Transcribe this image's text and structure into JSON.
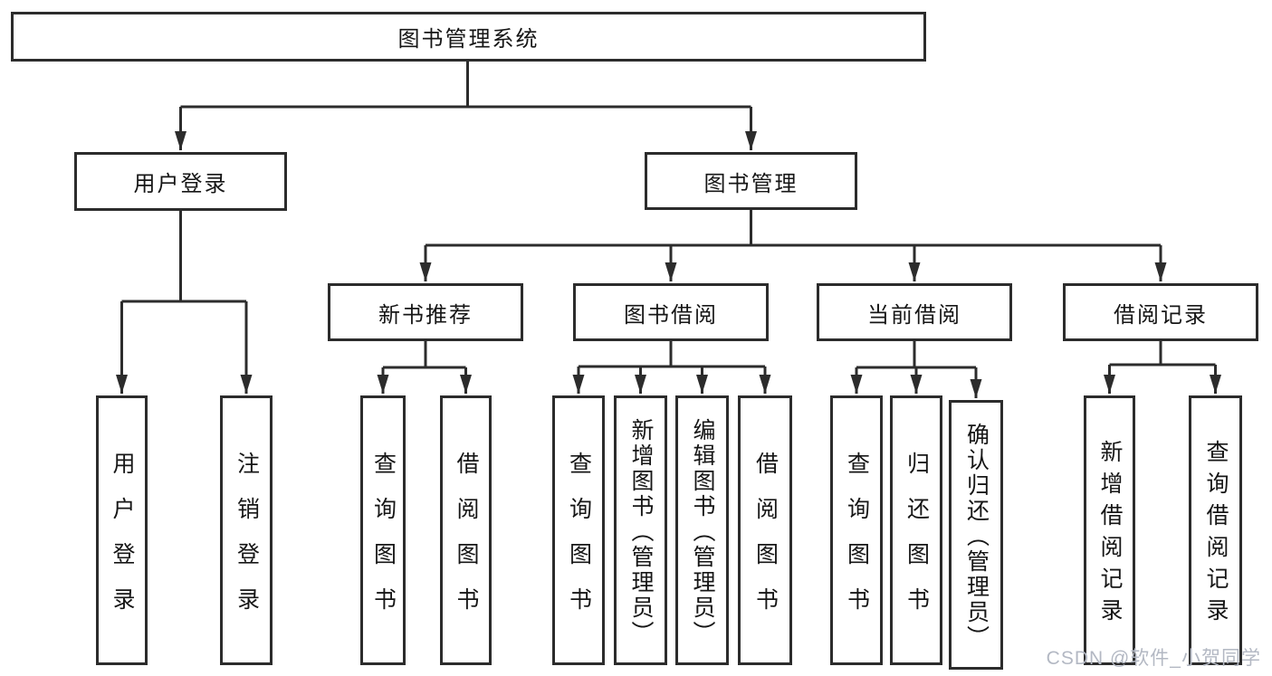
{
  "nodes": {
    "root": "图书管理系统",
    "user_login": "用户登录",
    "book_mgmt": "图书管理",
    "modules": [
      "新书推荐",
      "图书借阅",
      "当前借阅",
      "借阅记录"
    ],
    "user_login_children": [
      "用户登录",
      "注销登录"
    ],
    "new_book_children": [
      "查询图书",
      "借阅图书"
    ],
    "book_borrow_children": [
      "查询图书",
      "新增图书（管理员）",
      "编辑图书（管理员）",
      "借阅图书"
    ],
    "current_borrow_children": [
      "查询图书",
      "归还图书",
      "确认归还（管理员）"
    ],
    "borrow_record_children": [
      "新增借阅记录",
      "查询借阅记录"
    ]
  },
  "watermark": "CSDN @软件_小贺同学",
  "colors": {
    "line": "#2c2c2c",
    "box_border": "#2c2c2c",
    "box_bg": "#ffffff",
    "text": "#161616",
    "watermark": "#b3b8c3"
  }
}
